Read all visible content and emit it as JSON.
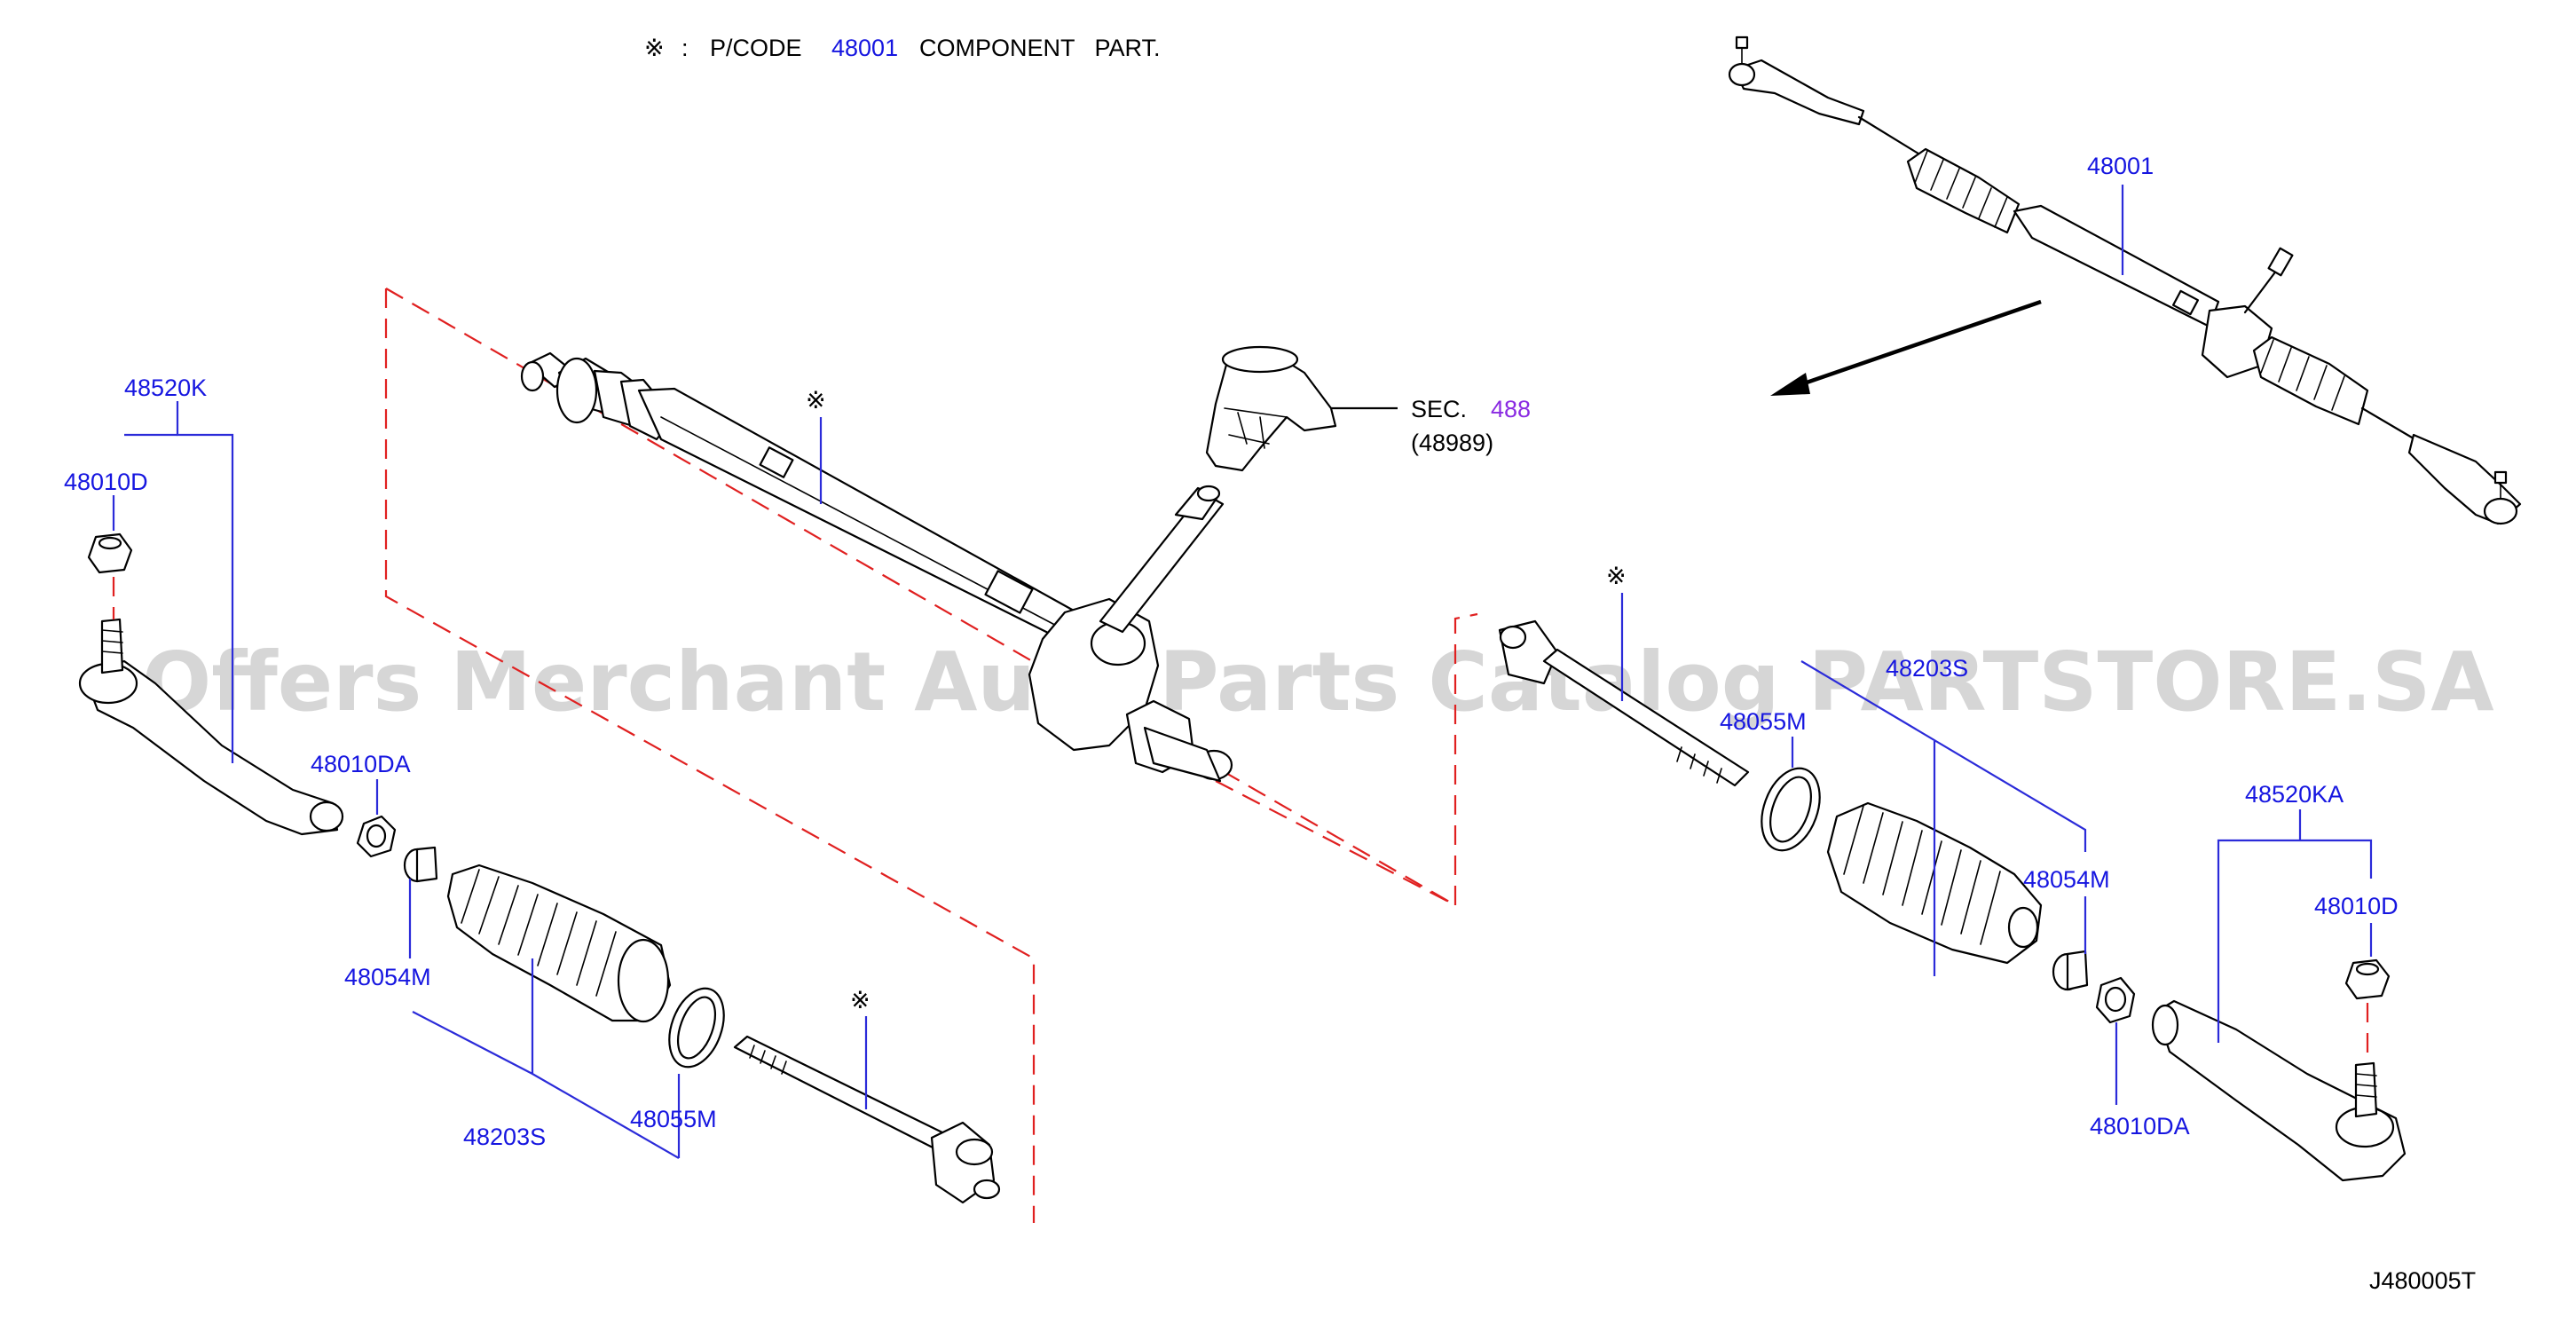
{
  "header": {
    "symbol": "※",
    "colon": ":",
    "prefix": "P/CODE",
    "code": "48001",
    "suffix": "COMPONENT   PART."
  },
  "callouts": {
    "asterisk": "※",
    "sec_label": "SEC.",
    "sec_number": "488",
    "sec_ref": "(48989)"
  },
  "labels": {
    "assembly_48001": "48001",
    "left_tie_rod_end": "48520K",
    "left_nut": "48010D",
    "left_nut_da": "48010DA",
    "left_clamp": "48054M",
    "left_boot": "48203S",
    "left_band": "48055M",
    "right_band": "48055M",
    "right_boot_partial": "48203S",
    "right_clamp": "48054M",
    "right_nut_da": "48010DA",
    "right_tie_rod_end": "48520KA",
    "right_nut": "48010D"
  },
  "diagram_id": "J480005T",
  "watermark": "Offers Merchant Auto Parts Catalog PARTSTORE.SA",
  "colors": {
    "label_blue": "#1616e0",
    "section_violet": "#8a2be2",
    "dashed_red": "#e02020"
  }
}
